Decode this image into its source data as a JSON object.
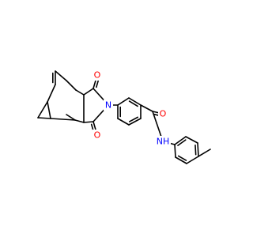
{
  "molecule": {
    "atom_colors": {
      "O": "#ff0000",
      "N": "#0000ff"
    },
    "labels": {
      "o_top": "O",
      "o_bottom": "O",
      "o_amide": "O",
      "n_imide": "N",
      "nh_amide": "NH"
    }
  }
}
